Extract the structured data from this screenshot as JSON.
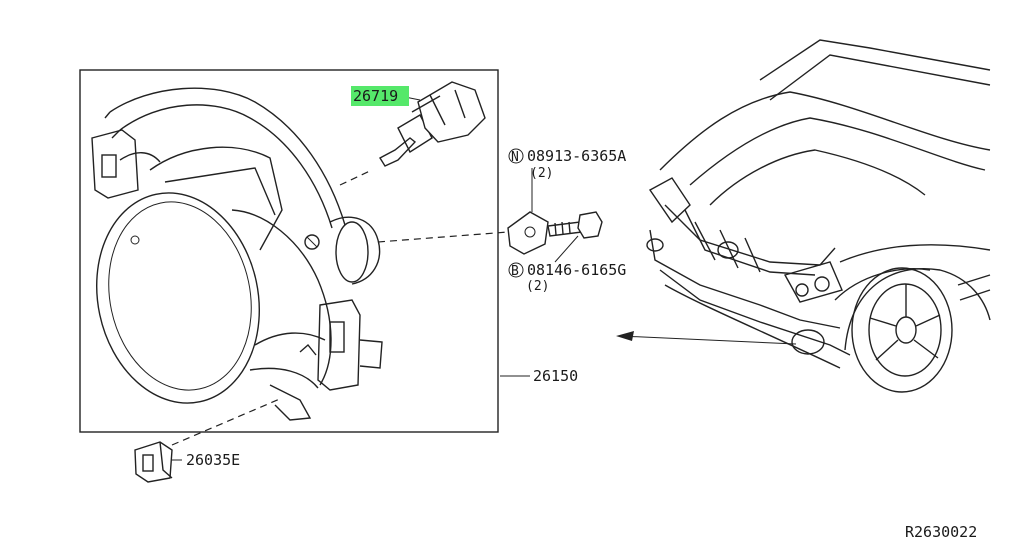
{
  "parts": {
    "bulb": "26719",
    "nut": "08913-6365A",
    "nut_qty": "(2)",
    "nut_prefix": "N",
    "bolt": "08146-6165G",
    "bolt_qty": "(2)",
    "bolt_prefix": "B",
    "lamp_assembly": "26150",
    "clip": "26035E"
  },
  "ref_code": "R2630022",
  "highlight_color": "#55e86a"
}
